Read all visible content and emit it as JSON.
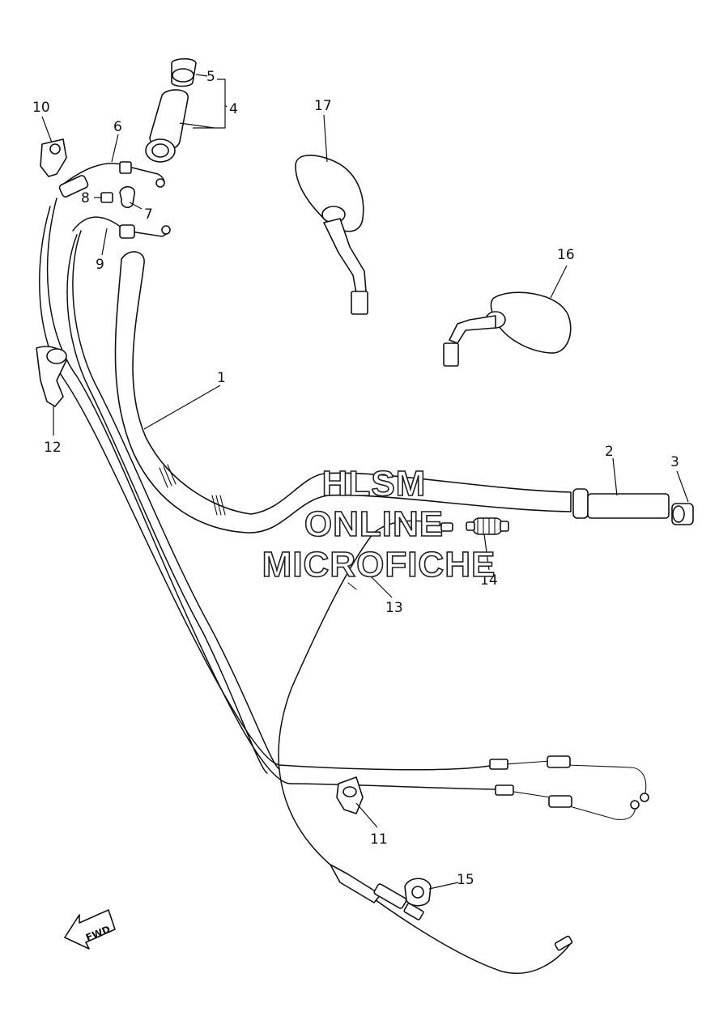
{
  "callouts": [
    {
      "id": "1",
      "label": "1"
    },
    {
      "id": "2",
      "label": "2"
    },
    {
      "id": "3",
      "label": "3"
    },
    {
      "id": "4",
      "label": "4"
    },
    {
      "id": "5",
      "label": "5"
    },
    {
      "id": "6",
      "label": "6"
    },
    {
      "id": "7",
      "label": "7"
    },
    {
      "id": "8",
      "label": "8"
    },
    {
      "id": "9",
      "label": "9"
    },
    {
      "id": "10",
      "label": "10"
    },
    {
      "id": "11",
      "label": "11"
    },
    {
      "id": "12",
      "label": "12"
    },
    {
      "id": "13",
      "label": "13"
    },
    {
      "id": "14",
      "label": "14"
    },
    {
      "id": "15",
      "label": "15"
    },
    {
      "id": "16",
      "label": "16"
    },
    {
      "id": "17",
      "label": "17"
    }
  ],
  "watermark": {
    "line1": "HLSM",
    "line2": "ONLINE",
    "line3": "MICROFICHE"
  },
  "direction_arrow": {
    "label": "FWD"
  }
}
